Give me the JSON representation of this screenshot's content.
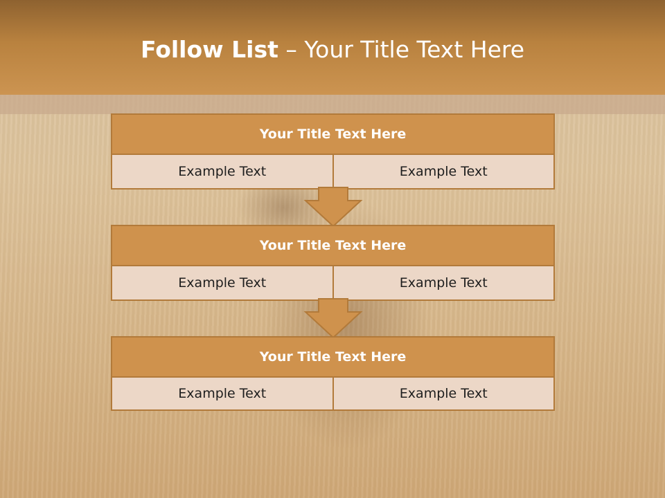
{
  "title": {
    "bold": "Follow List",
    "rest": "  – Your Title Text Here"
  },
  "blocks": [
    {
      "title": "Your Title Text Here",
      "left": "Example Text",
      "right": "Example Text"
    },
    {
      "title": "Your Title Text Here",
      "left": "Example Text",
      "right": "Example Text"
    },
    {
      "title": "Your Title Text Here",
      "left": "Example Text",
      "right": "Example Text"
    }
  ],
  "colors": {
    "header": "#c58a46",
    "block_title": "#cf924d",
    "block_body": "#ecd7c7",
    "border": "#b27a3a"
  }
}
